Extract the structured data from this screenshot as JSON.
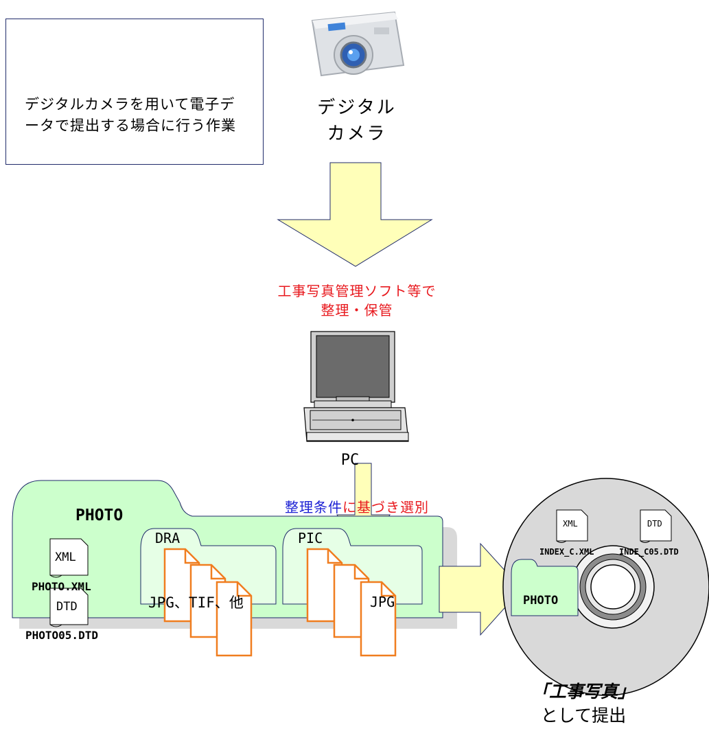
{
  "legend": {
    "description_line1": "デジタルカメラを用いて電子デ",
    "description_line2": "ータで提出する場合に行う作業"
  },
  "camera": {
    "label_line1": "デジタル",
    "label_line2": "カメラ"
  },
  "process": {
    "line1": "工事写真管理ソフト等で",
    "line2": "整理・保管"
  },
  "pc": {
    "label": "PC"
  },
  "selection": {
    "part1": "整理条件",
    "part2": "に基づき選別"
  },
  "photo_folder": {
    "title": "PHOTO",
    "xml_icon": "XML",
    "xml_file": "PHOTO.XML",
    "dtd_icon": "DTD",
    "dtd_file": "PHOTO05.DTD"
  },
  "dra_folder": {
    "title": "DRA",
    "contents": "JPG、TIF、他"
  },
  "pic_folder": {
    "title": "PIC",
    "contents": "JPG"
  },
  "disc": {
    "xml_icon": "XML",
    "xml_file": "INDEX_C.XML",
    "dtd_icon": "DTD",
    "dtd_file": "INDE_C05.DTD",
    "folder_label": "PHOTO"
  },
  "submission": {
    "line1": "「工事写真」",
    "line2": "として提出"
  },
  "colors": {
    "arrow_fill": "#ffffb9",
    "folder_fill": "#ccffcc",
    "doc_orange": "#f07d1f",
    "red_text": "#e8191e",
    "blue_text": "#1d22d4"
  }
}
